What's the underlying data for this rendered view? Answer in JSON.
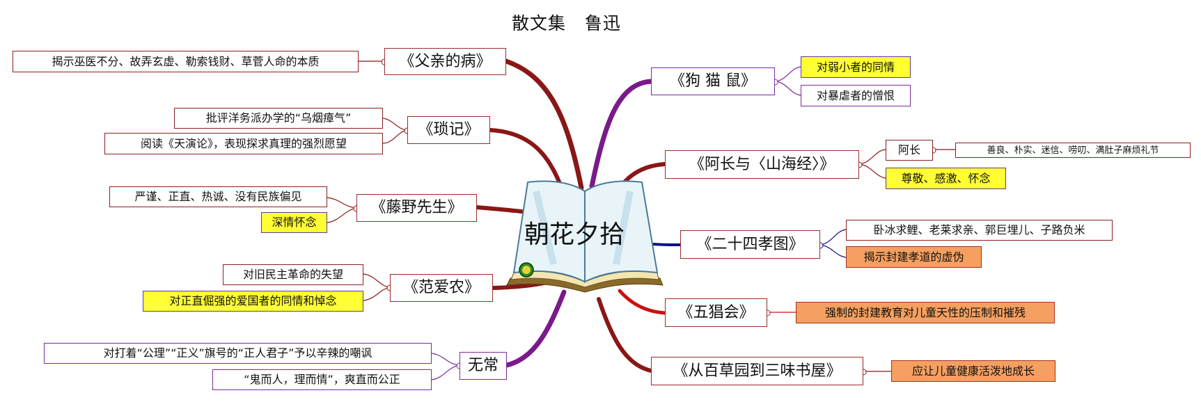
{
  "header": {
    "title": "散文集   鲁迅"
  },
  "center": {
    "title": "朝花夕拾"
  },
  "left": {
    "fuqin": {
      "title": "《父亲的病》",
      "note": "揭示巫医不分、故弄玄虚、勒索钱财、草菅人命的本质"
    },
    "suoji": {
      "title": "《琐记》",
      "note1": "批评洋务派办学的“乌烟瘴气”",
      "note2": "阅读《天演论》，表现探求真理的强烈愿望"
    },
    "tengye": {
      "title": "《藤野先生》",
      "note1": "严谨、正直、热诚、没有民族偏见",
      "note2": "深情怀念"
    },
    "fanainong": {
      "title": "《范爱农》",
      "note1": "对旧民主革命的失望",
      "note2": "对正直倔强的爱国者的同情和悼念"
    },
    "wuchang": {
      "title": "无常",
      "note1": "对打着“公理”“正义”旗号的“正人君子”予以辛辣的嘲讽",
      "note2": "“鬼而人，理而情”，爽直而公正"
    }
  },
  "right": {
    "gou": {
      "title": "《狗  猫  鼠》",
      "note1": "对弱小者的同情",
      "note2": "对暴虐者的憎恨"
    },
    "achang": {
      "title": "《阿长与〈山海经〉》",
      "sub": "阿长",
      "subnote": "善良、朴实、迷信、唠叨、满肚子麻烦礼节",
      "note2": "尊敬、感激、怀念"
    },
    "ershisi": {
      "title": "《二十四孝图》",
      "note1": "卧冰求鲤、老莱求亲、郭巨埋儿、子路负米",
      "note2": "揭示封建孝道的虚伪"
    },
    "wuchanghui": {
      "title": "《五猖会》",
      "note": "强制的封建教育对儿童天性的压制和摧残"
    },
    "baicaoyuan": {
      "title": "《从百草园到三味书屋》",
      "note": "应让儿童健康活泼地成长"
    }
  }
}
